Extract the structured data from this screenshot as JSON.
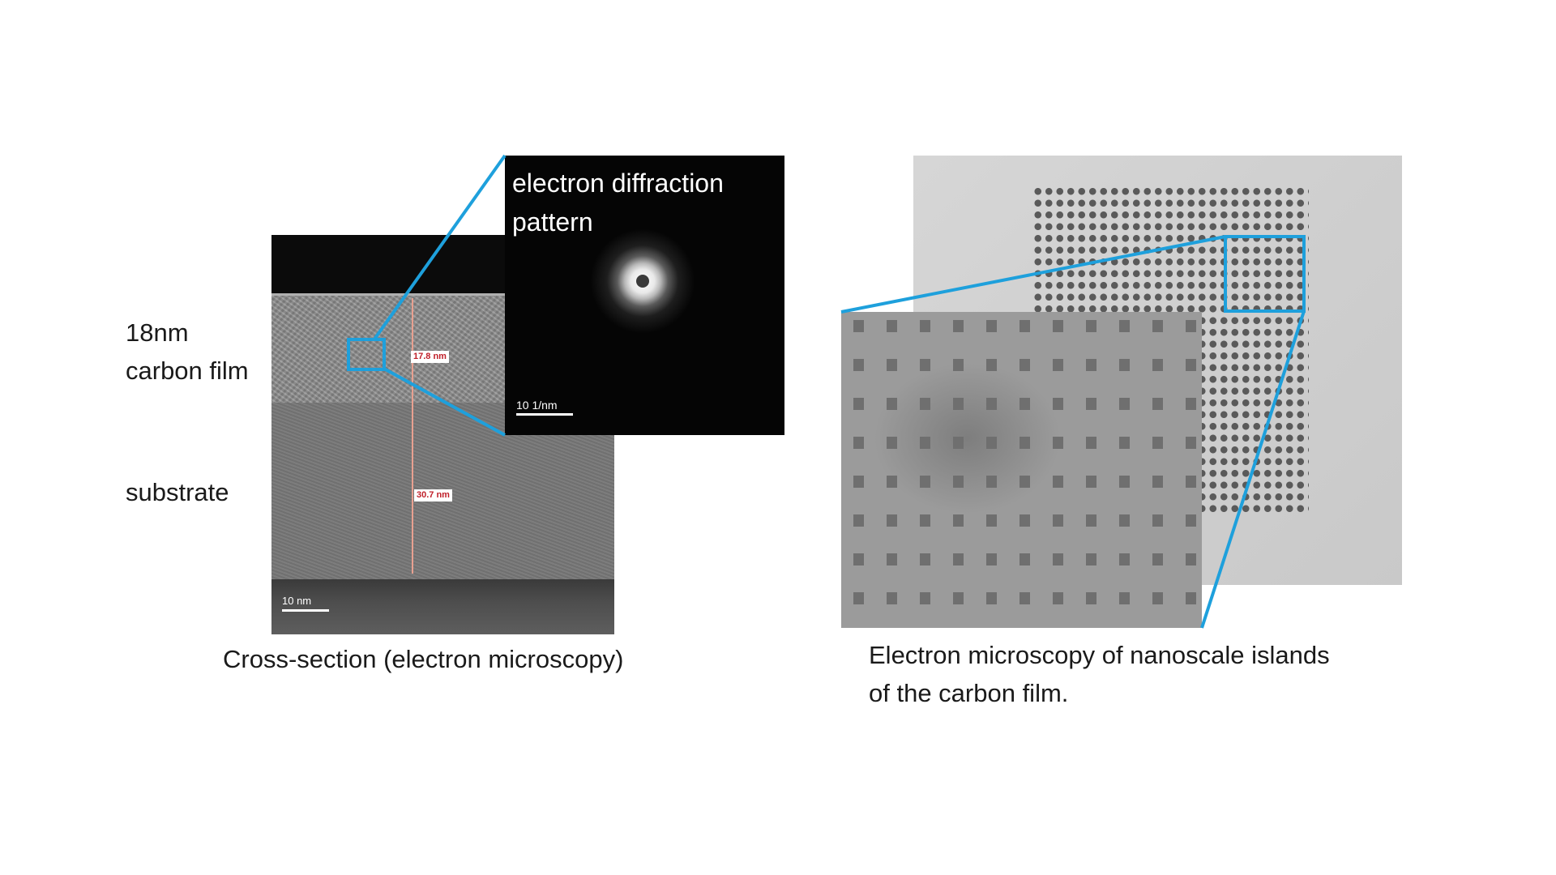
{
  "colors": {
    "accent": "#1ea0dc"
  },
  "left": {
    "labels": {
      "film": [
        "18nm",
        "carbon film"
      ],
      "substrate": "substrate"
    },
    "tem": {
      "measure_film": "17.8 nm",
      "measure_substrate": "30.7 nm",
      "scale": "10 nm"
    },
    "diffraction": {
      "title": [
        "electron diffraction",
        "pattern"
      ],
      "scale": "10 1/nm"
    },
    "caption": "Cross-section (electron microscopy)"
  },
  "right": {
    "caption": [
      "Electron microscopy of nanoscale islands",
      "of the carbon film."
    ]
  }
}
